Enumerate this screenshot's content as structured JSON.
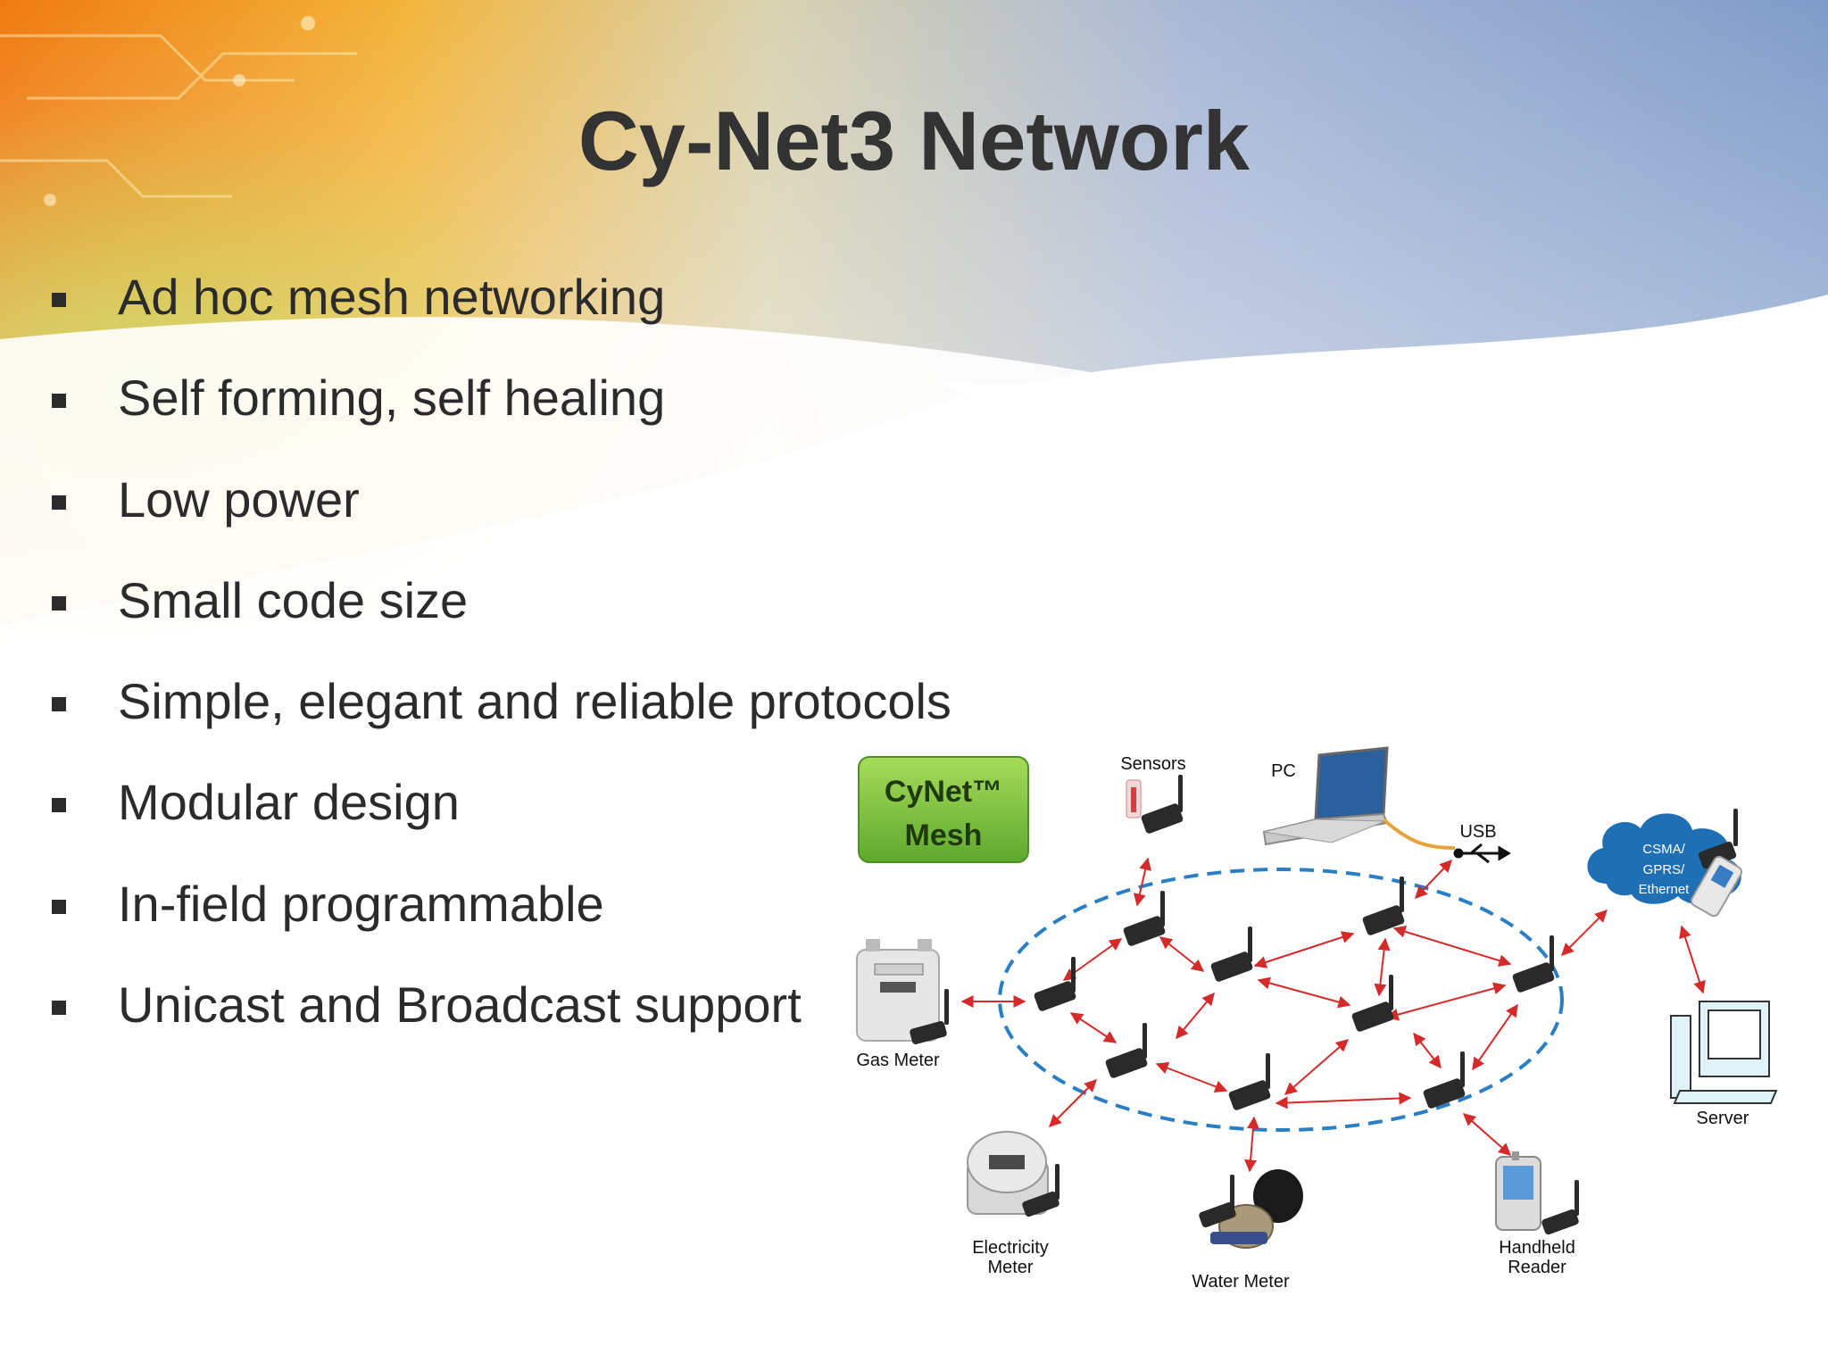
{
  "slide": {
    "title": "Cy-Net3 Network",
    "bullets": [
      "Ad hoc mesh networking",
      "Self forming, self healing",
      "Low power",
      "Small code size",
      "Simple, elegant and reliable protocols",
      "Modular design",
      "In-field programmable",
      "Unicast and Broadcast support"
    ]
  },
  "diagram": {
    "badge_line1": "CyNet™",
    "badge_line2": "Mesh",
    "labels": {
      "sensors": "Sensors",
      "pc": "PC",
      "usb": "USB",
      "cloud_line1": "CSMA/",
      "cloud_line2": "GPRS/",
      "cloud_line3": "Ethernet",
      "gas_meter": "Gas Meter",
      "server": "Server",
      "electricity_line1": "Electricity",
      "electricity_line2": "Meter",
      "water_meter": "Water Meter",
      "handheld_line1": "Handheld",
      "handheld_line2": "Reader"
    },
    "colors": {
      "badge_green": "#7fc241",
      "ring_blue": "#2a7fc4",
      "link_red": "#d42a2a",
      "cloud_blue": "#1f6fb5"
    }
  }
}
